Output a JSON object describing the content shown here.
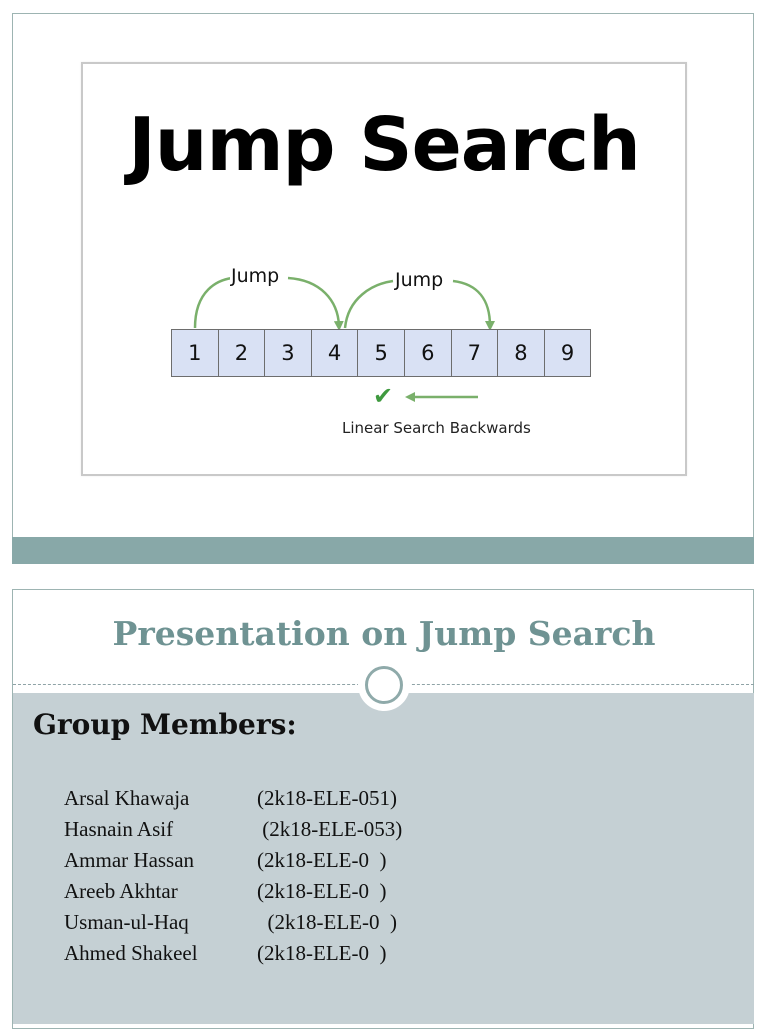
{
  "slide1": {
    "title": "Jump Search",
    "array": [
      "1",
      "2",
      "3",
      "4",
      "5",
      "6",
      "7",
      "8",
      "9"
    ],
    "jump_labels": [
      "Jump",
      "Jump"
    ],
    "caption": "Linear Search Backwards",
    "check_icon": "✔",
    "colors": {
      "band": "#88a8a8",
      "cell": "#d9e1f4",
      "arrow": "#7ab06b",
      "check": "#3f9a3f"
    }
  },
  "slide2": {
    "title": "Presentation on Jump Search",
    "heading": "Group Members:",
    "members": [
      {
        "name": "Arsal Khawaja",
        "id": "(2k18-ELE-051)"
      },
      {
        "name": "Hasnain Asif",
        "id": " (2k18-ELE-053)"
      },
      {
        "name": "Ammar Hassan",
        "id": "(2k18-ELE-0  )"
      },
      {
        "name": "Areeb Akhtar",
        "id": "(2k18-ELE-0  )"
      },
      {
        "name": "Usman-ul-Haq",
        "id": "  (2k18-ELE-0  )"
      },
      {
        "name": "Ahmed Shakeel",
        "id": "(2k18-ELE-0  )"
      }
    ],
    "colors": {
      "title": "#6f9393",
      "body": "#c5d0d4"
    }
  }
}
